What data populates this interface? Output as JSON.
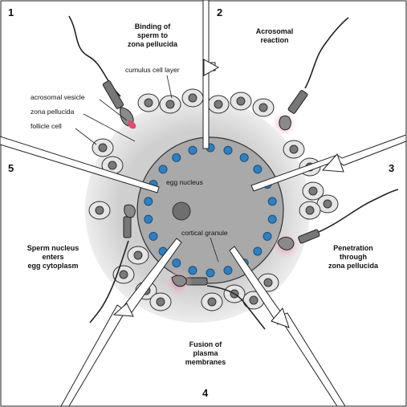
{
  "steps": [
    {
      "number": "1",
      "lines": [
        "Binding of",
        "sperm to",
        "zona pellucida"
      ]
    },
    {
      "number": "2",
      "lines": [
        "Acrosomal",
        "reaction"
      ]
    },
    {
      "number": "3",
      "lines": [
        "Penetration",
        "through",
        "zona pellucida"
      ]
    },
    {
      "number": "4",
      "lines": [
        "Fusion of",
        "plasma",
        "membranes"
      ]
    },
    {
      "number": "5",
      "lines": [
        "Sperm nucleus",
        "enters",
        "egg cytoplasm"
      ]
    }
  ],
  "labels": {
    "cumulus": "cumulus cell layer",
    "acrosomal_vesicle": "acrosomal vesicle",
    "zona_pellucida": "zona pellucida",
    "follicle_cell": "follicle cell",
    "egg_nucleus": "egg nucleus",
    "cortical_granule": "cortical granule"
  },
  "colors": {
    "zona": "#d9d9d9",
    "egg": "#a6a6a6",
    "granule": "#2f7fc1",
    "acrosome_glow": "#e8a6b4",
    "cell": "#e6e6e6",
    "nucleus": "#7a7a7a"
  }
}
